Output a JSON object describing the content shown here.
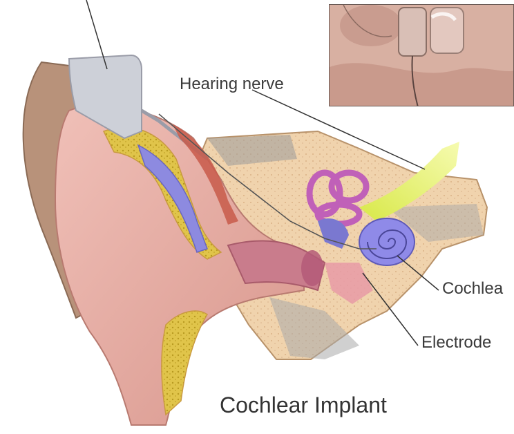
{
  "labels": {
    "hearing_nerve": "Hearing nerve",
    "cochlea": "Cochlea",
    "electrode": "Electrode",
    "caption": "Cochlear Implant"
  },
  "colors": {
    "skin": "#e8b0a8",
    "skin_dark": "#c98a80",
    "bone": "#f2d7b3",
    "marrow": "#d6b940",
    "nerve": "#e6f060",
    "cochlea": "#8f8ae8",
    "canals": "#c060b8",
    "device": "#c9cbd2",
    "inset_bg": "#d9b0a0"
  }
}
